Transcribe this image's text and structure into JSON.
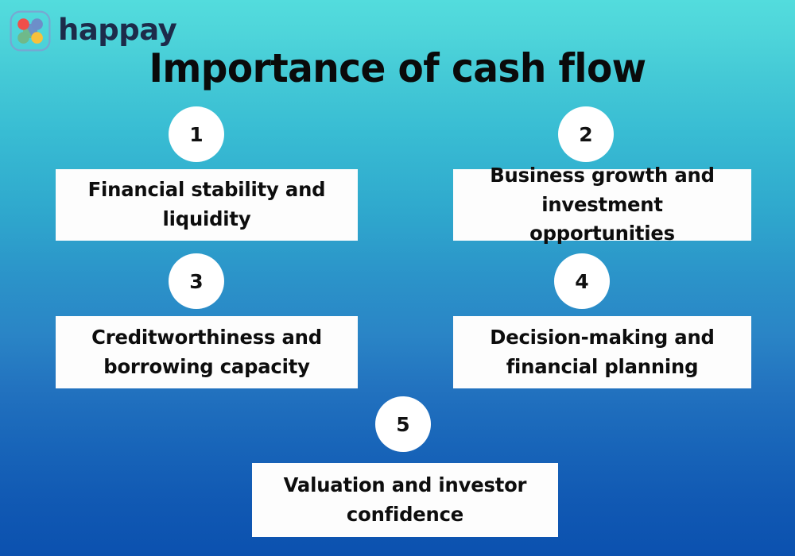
{
  "brand": {
    "name": "happay",
    "logo_icon": "happay-four-dot-logo",
    "wordmark_color": "#1d2b4a",
    "dots": [
      {
        "name": "dot-red",
        "color": "#ef4f4a"
      },
      {
        "name": "dot-blue",
        "color": "#6d8ec9"
      },
      {
        "name": "dot-green",
        "color": "#6fb98a"
      },
      {
        "name": "dot-yellow",
        "color": "#f7c13c"
      }
    ]
  },
  "title": "Importance of cash flow",
  "theme": {
    "gradient_top": "#53dcdd",
    "gradient_mid": "#2b93c9",
    "gradient_bottom": "#0b51af",
    "card_background": "#fdfdfd",
    "badge_background": "#ffffff",
    "text_color": "#0d0d0d"
  },
  "items": [
    {
      "number": "1",
      "label": "Financial stability and liquidity"
    },
    {
      "number": "2",
      "label": "Business growth and investment opportunities"
    },
    {
      "number": "3",
      "label": "Creditworthiness and borrowing capacity"
    },
    {
      "number": "4",
      "label": "Decision-making and financial planning"
    },
    {
      "number": "5",
      "label": "Valuation and investor confidence"
    }
  ]
}
